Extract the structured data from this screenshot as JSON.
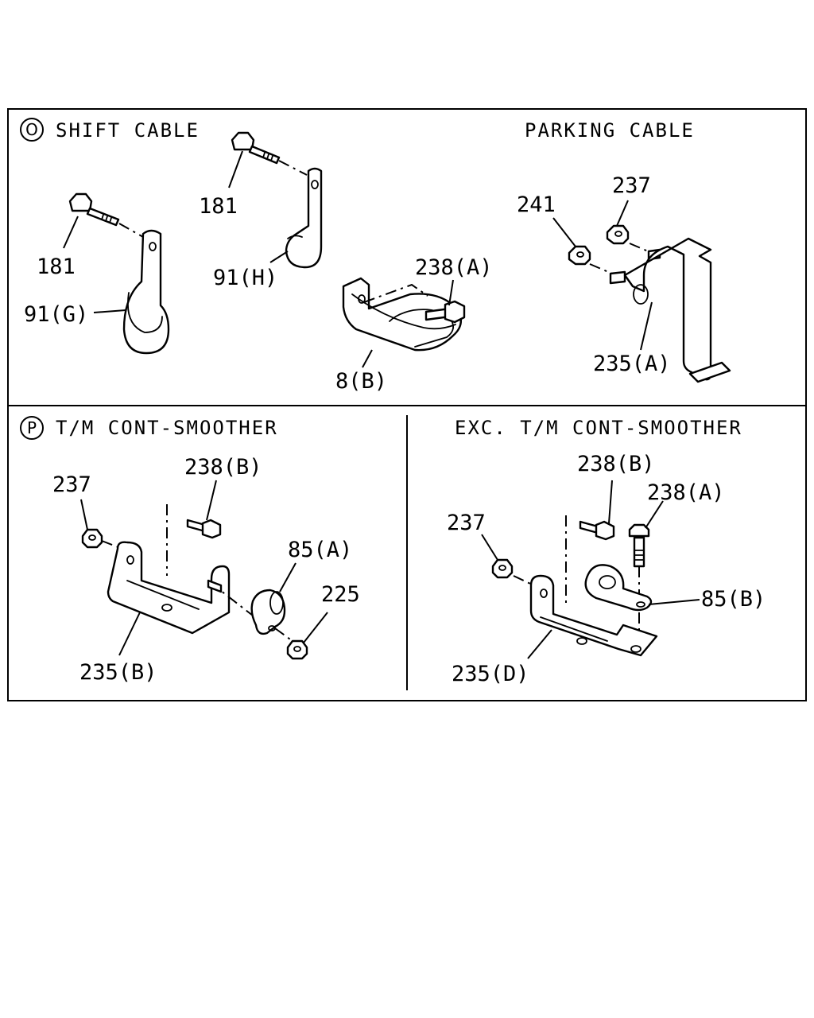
{
  "sections": {
    "top": {
      "marker": "O",
      "title_left": "SHIFT CABLE",
      "title_right": "PARKING CABLE"
    },
    "bottom_left": {
      "marker": "P",
      "title": "T/M CONT-SMOOTHER"
    },
    "bottom_right": {
      "title": "EXC. T/M CONT-SMOOTHER"
    }
  },
  "callouts": {
    "shift_181_upper": "181",
    "shift_181_lower": "181",
    "shift_91h": "91(H)",
    "shift_91g": "91(G)",
    "shift_238a": "238(A)",
    "shift_8b": "8(B)",
    "park_241": "241",
    "park_237": "237",
    "park_235a": "235(A)",
    "p_237": "237",
    "p_238b": "238(B)",
    "p_85a": "85(A)",
    "p_225": "225",
    "p_235b": "235(B)",
    "x_238b": "238(B)",
    "x_238a": "238(A)",
    "x_237": "237",
    "x_85b": "85(B)",
    "x_235d": "235(D)"
  },
  "icons": [
    "bolt-icon",
    "nut-icon",
    "bracket-icon",
    "clip-icon",
    "clamp-icon"
  ]
}
